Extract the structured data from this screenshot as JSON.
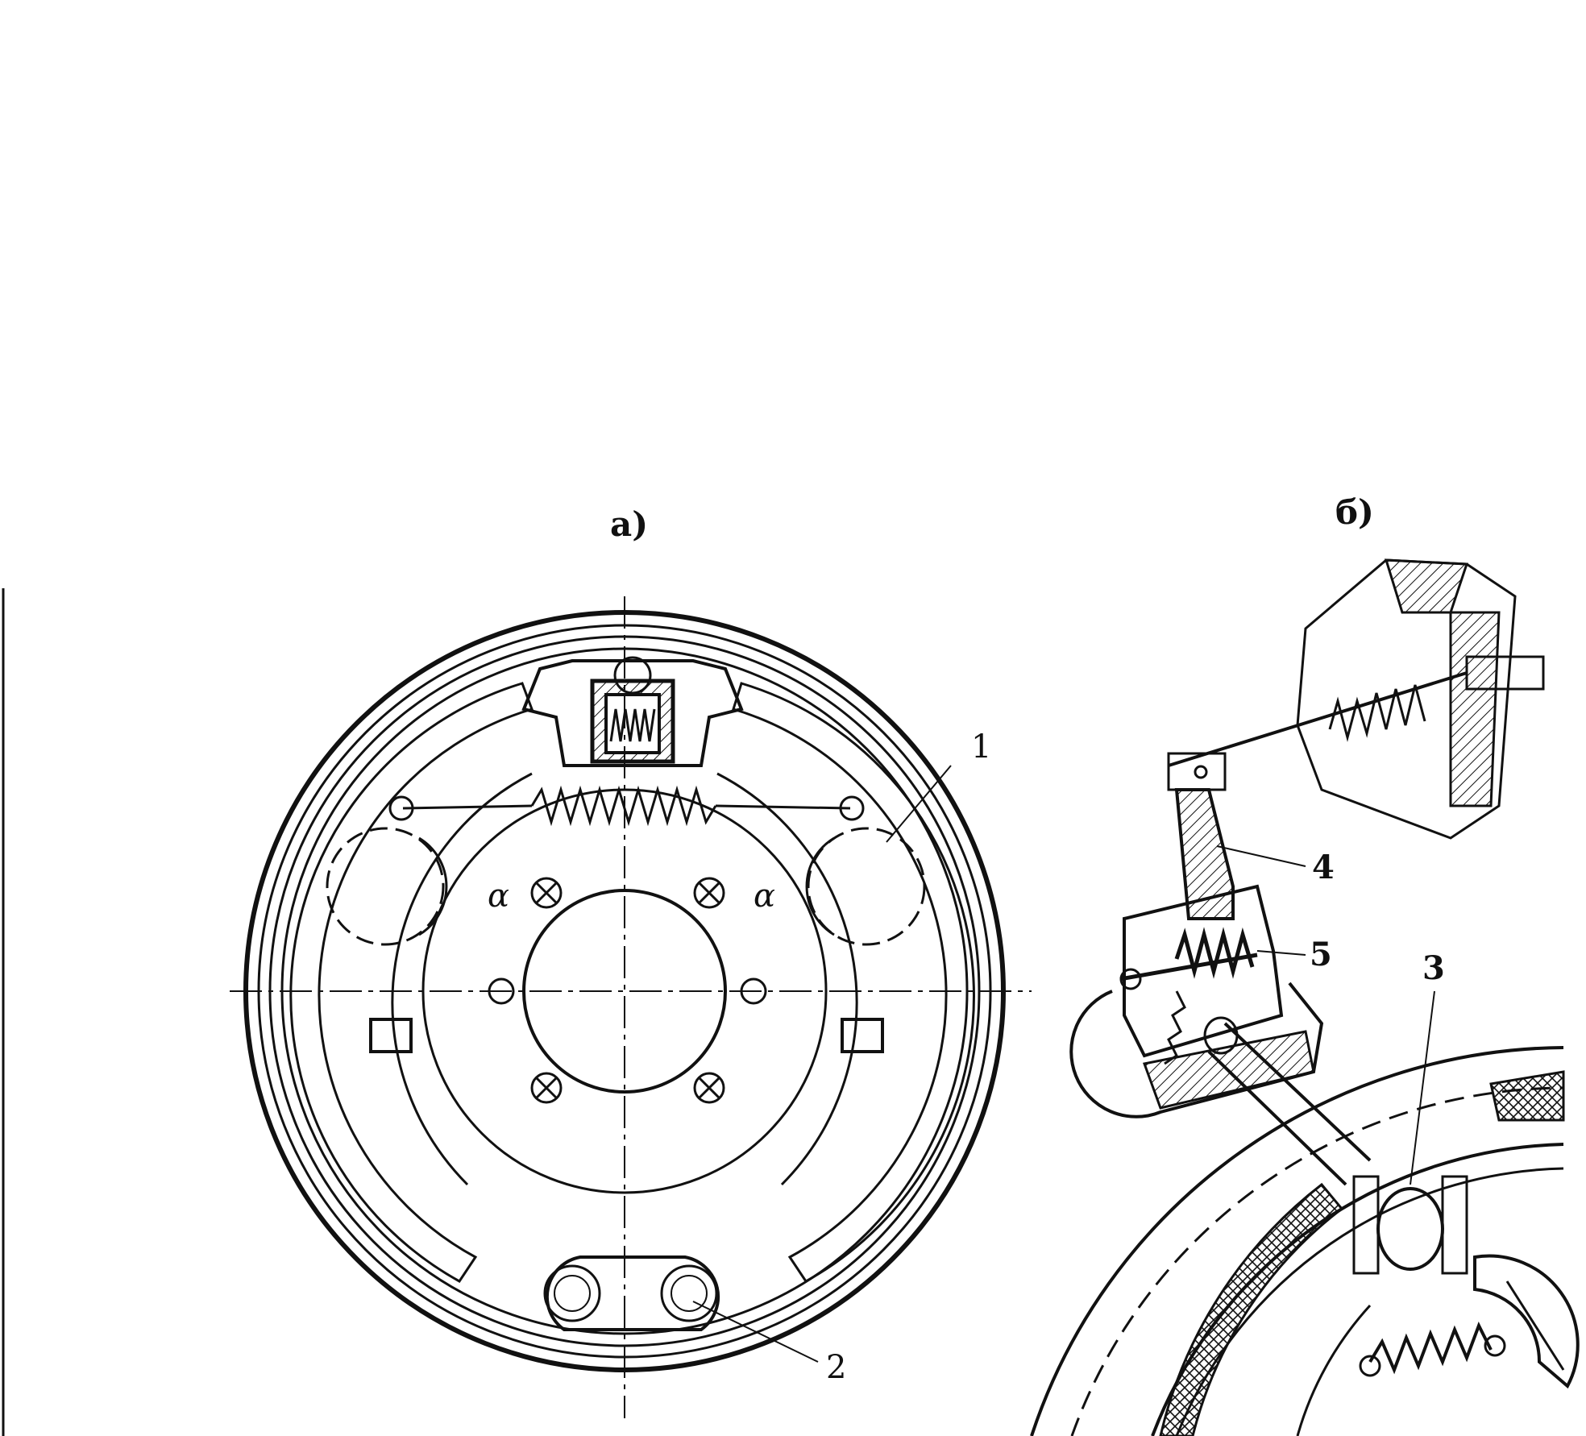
{
  "figure": {
    "part_labels": {
      "a": "а)",
      "b": "б)"
    },
    "callouts": {
      "c1": "1",
      "c2": "2",
      "c3": "3",
      "c4": "4",
      "c5": "5"
    },
    "angle_marks": {
      "left": "α",
      "right": "α"
    }
  },
  "colors": {
    "ink": "#111111",
    "paper": "#ffffff",
    "gray": "#666666"
  }
}
